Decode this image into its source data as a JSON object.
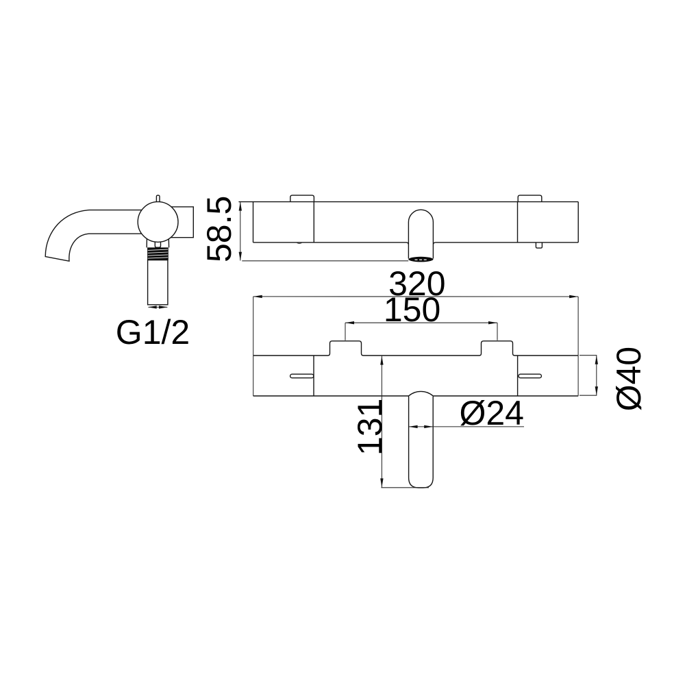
{
  "drawing": {
    "type": "technical-dimension-drawing",
    "subject": "wall-mounted thermostatic bath shower mixer bar valve",
    "background_color": "#ffffff",
    "line_color": "#141414",
    "dimension_line_color": "#262626",
    "text_color": "#000000",
    "views": {
      "side_view": "spout side profile with ball body and threaded tail",
      "top_view": "plan view of mixer bar",
      "front_view": "front elevation of mixer bar with down spout"
    },
    "labels": {
      "overall_width": "320",
      "inlet_centres": "150",
      "spout_drop": "131",
      "spout_diameter": "Ø24",
      "body_diameter": "Ø40",
      "depth": "58.5",
      "thread_size": "G1/2"
    }
  }
}
